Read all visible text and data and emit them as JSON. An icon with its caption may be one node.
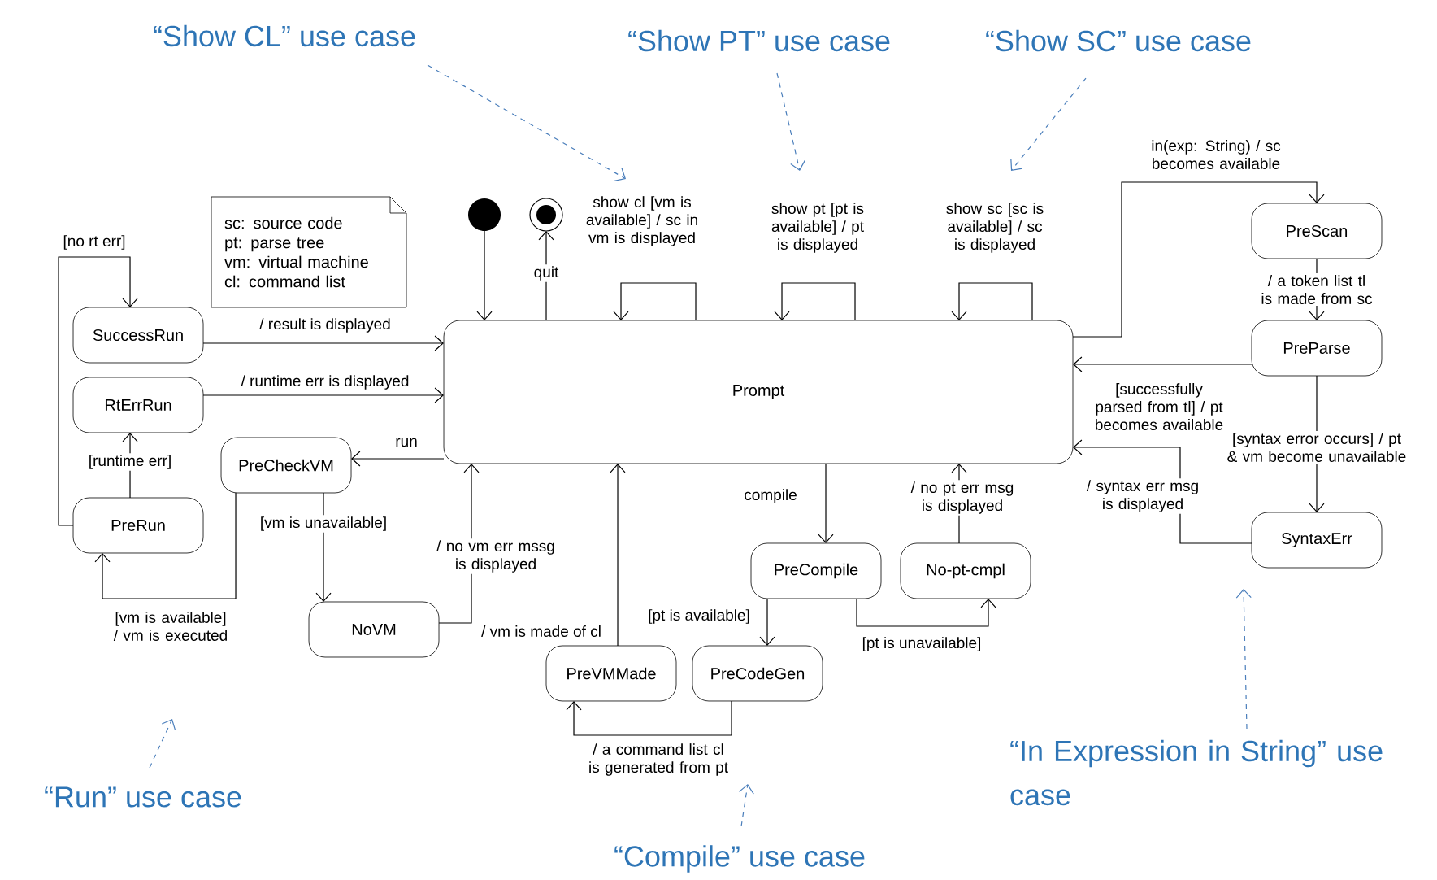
{
  "diagram": {
    "nodes": [
      {
        "text": [
          "Prompt"
        ]
      },
      {
        "text": [],
        "shape": "circle"
      },
      {
        "text": [],
        "shape": "circle"
      },
      {
        "text": [
          "SuccessRun"
        ]
      },
      {
        "text": [
          "RtErrRun"
        ]
      },
      {
        "text": [
          "PreRun"
        ]
      },
      {
        "text": [
          "PreCheckVM"
        ]
      },
      {
        "text": [
          "NoVM"
        ]
      },
      {
        "text": [
          "PreVMMade"
        ]
      },
      {
        "text": [
          "PreCodeGen"
        ]
      },
      {
        "text": [
          "PreCompile"
        ]
      },
      {
        "text": [
          "No-pt-cmpl"
        ]
      },
      {
        "text": [
          "PreScan"
        ]
      },
      {
        "text": [
          "PreParse"
        ]
      },
      {
        "text": [
          "SyntaxErr"
        ]
      },
      {
        "text": [
          "sc: source code",
          "pt: parse tree",
          "vm: virtual machine",
          "cl: command list"
        ]
      },
      {
        "text": [
          "“Show CL” use case"
        ]
      },
      {
        "text": [
          "“Show PT” use case"
        ]
      },
      {
        "text": [
          "“Show SC” use case"
        ]
      },
      {
        "text": [
          "“Run” use case"
        ]
      },
      {
        "text": [
          "“Compile” use case"
        ]
      },
      {
        "text": [
          "“In Expression in String” use case"
        ]
      }
    ],
    "edges": [
      {
        "from": 1,
        "to": 0,
        "arrow": "to"
      },
      {
        "from": 0,
        "to": 2,
        "arrow": "to",
        "label": "quit"
      },
      {
        "from": 0,
        "to": 0,
        "arrow": "to",
        "label": "show cl [vm is available] / sc in vm is displayed"
      },
      {
        "from": 0,
        "to": 0,
        "arrow": "to",
        "label": "show pt [pt is available] / pt is displayed"
      },
      {
        "from": 0,
        "to": 0,
        "arrow": "to",
        "label": "show sc [sc is available] / sc is displayed"
      },
      {
        "from": 0,
        "to": 12,
        "arrow": "to",
        "label": "in(exp: String) / sc becomes available"
      },
      {
        "from": 12,
        "to": 13,
        "arrow": "to",
        "label": "/ a token list tl is made from sc"
      },
      {
        "from": 13,
        "to": 0,
        "arrow": "to",
        "label": "[successfully parsed from tl] / pt becomes available"
      },
      {
        "from": 13,
        "to": 14,
        "arrow": "to",
        "label": "[syntax error occurs] / pt & vm become unavailable"
      },
      {
        "from": 14,
        "to": 0,
        "arrow": "to",
        "label": "/ syntax err msg is displayed"
      },
      {
        "from": 3,
        "to": 0,
        "arrow": "to",
        "label": "/ result is displayed"
      },
      {
        "from": 4,
        "to": 0,
        "arrow": "to",
        "label": "/ runtime err is displayed"
      },
      {
        "from": 0,
        "to": 6,
        "arrow": "to",
        "label": "run"
      },
      {
        "from": 6,
        "to": 5,
        "arrow": "to",
        "label": "[vm is available] / vm is executed"
      },
      {
        "from": 6,
        "to": 7,
        "arrow": "to",
        "label": "[vm is unavailable]"
      },
      {
        "from": 7,
        "to": 0,
        "arrow": "to",
        "label": "/ no vm err mssg is displayed"
      },
      {
        "from": 5,
        "to": 4,
        "arrow": "to",
        "label": "[runtime err]"
      },
      {
        "from": 5,
        "to": 3,
        "arrow": "to",
        "label": "[no rt err]"
      },
      {
        "from": 0,
        "to": 10,
        "arrow": "to",
        "label": "compile"
      },
      {
        "from": 11,
        "to": 0,
        "arrow": "to",
        "label": "/ no pt err msg is displayed"
      },
      {
        "from": 10,
        "to": 9,
        "arrow": "to",
        "label": "[pt is available]"
      },
      {
        "from": 10,
        "to": 11,
        "arrow": "to",
        "label": "[pt is unavailable]"
      },
      {
        "from": 9,
        "to": 8,
        "arrow": "to",
        "label": "/ a command list cl is generated from pt"
      },
      {
        "from": 8,
        "to": 0,
        "arrow": "to",
        "label": "/ vm is made of cl"
      },
      {
        "from": 16,
        "to": null,
        "arrow": "to",
        "style": "dashed",
        "color": "#4a7ebb"
      },
      {
        "from": 17,
        "to": null,
        "arrow": "to",
        "style": "dashed",
        "color": "#4a7ebb"
      },
      {
        "from": 18,
        "to": null,
        "arrow": "to",
        "style": "dashed",
        "color": "#4a7ebb"
      },
      {
        "from": 19,
        "to": null,
        "arrow": "to",
        "style": "dashed",
        "color": "#4a7ebb"
      },
      {
        "from": 20,
        "to": null,
        "arrow": "to",
        "style": "dashed",
        "color": "#4a7ebb"
      },
      {
        "from": 21,
        "to": null,
        "arrow": "to",
        "style": "dashed",
        "color": "#4a7ebb"
      }
    ]
  }
}
